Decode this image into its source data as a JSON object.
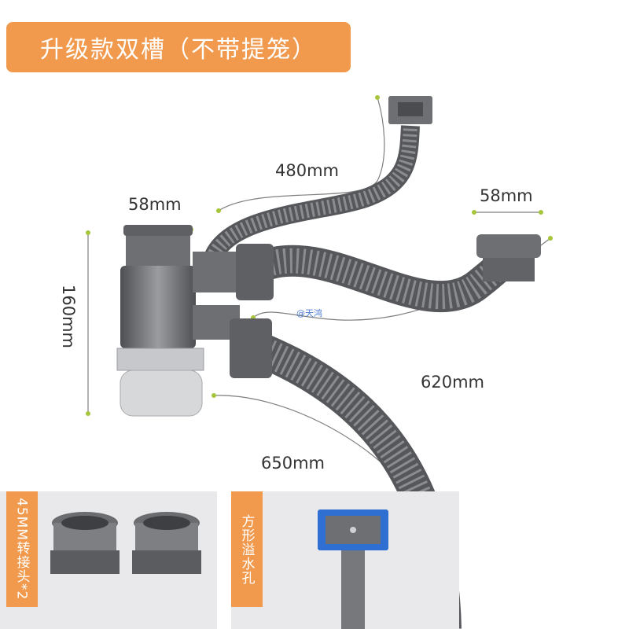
{
  "title": "升级款双槽（不带提笼）",
  "dimensions": {
    "d480": "480mm",
    "d58_left": "58mm",
    "d58_right": "58mm",
    "d160": "160mm",
    "d620": "620mm",
    "d650": "650mm"
  },
  "watermark": "@天鸿",
  "panels": {
    "adapter_label": "45MM转接头*2",
    "overflow_label": "方形溢水孔"
  },
  "colors": {
    "accent": "#f19a4e",
    "pipe": "#6d6f73",
    "accent_blue": "#2f6fd1"
  }
}
